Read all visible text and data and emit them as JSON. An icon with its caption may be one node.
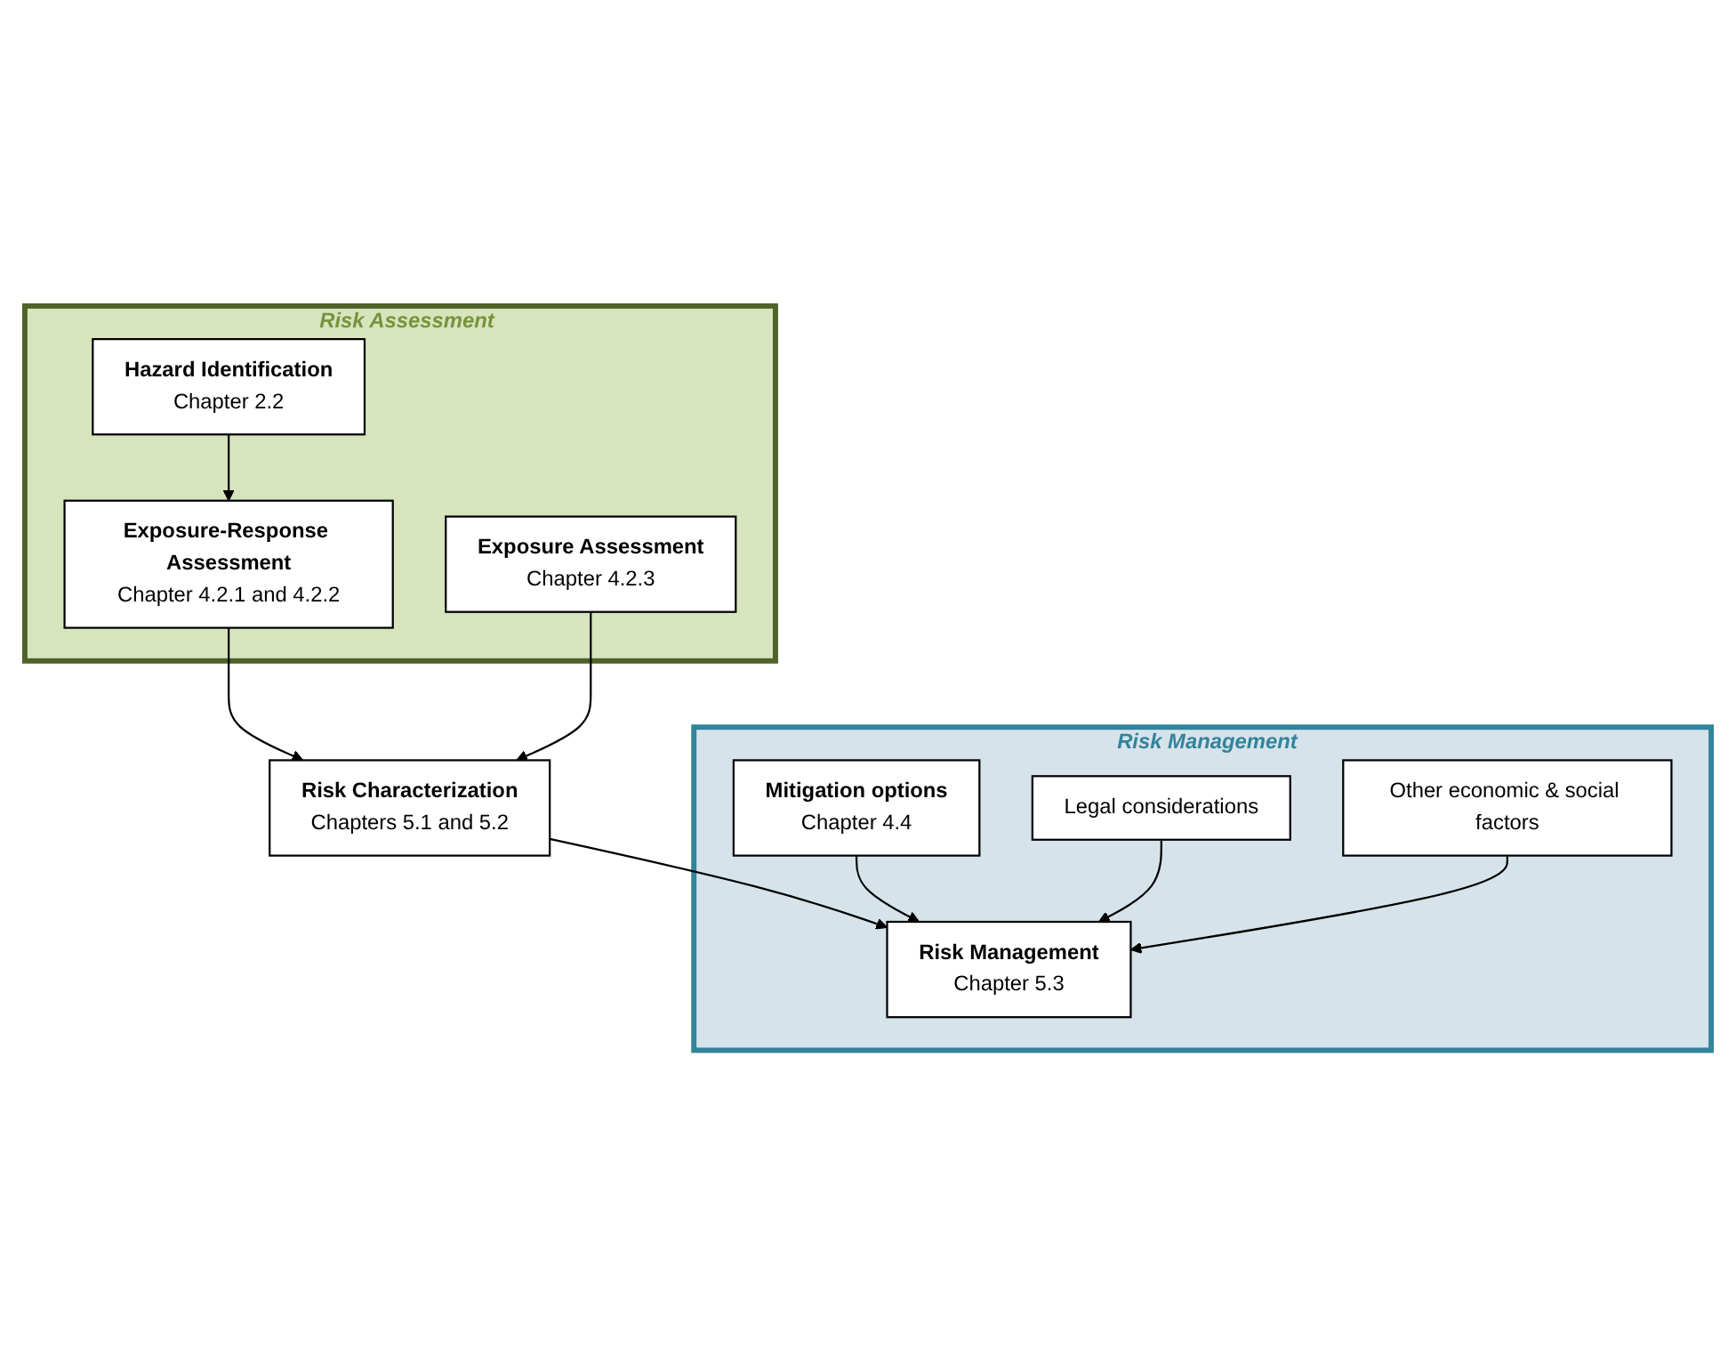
{
  "diagram": {
    "nodes": [
      {
        "text": [
          "Risk Assessment"
        ]
      },
      {
        "text": [
          "Hazard Identification",
          "Chapter 2.2"
        ],
        "in": 0
      },
      {
        "text": [
          "Exposure-Response Assessment",
          "Chapter 4.2.1 and 4.2.2"
        ],
        "in": 0
      },
      {
        "text": [
          "Exposure Assessment",
          "Chapter 4.2.3"
        ],
        "in": 0
      },
      {
        "text": [
          "Risk Characterization",
          "Chapters 5.1 and 5.2"
        ]
      },
      {
        "text": [
          "Risk Management"
        ]
      },
      {
        "text": [
          "Risk Management",
          "Chapter 5.3"
        ],
        "in": 5
      },
      {
        "text": [
          "Mitigation options",
          "Chapter 4.4"
        ],
        "in": 5
      },
      {
        "text": [
          "Legal considerations"
        ],
        "in": 5
      },
      {
        "text": [
          "Other economic & social factors"
        ],
        "in": 5
      }
    ],
    "edges": [
      {
        "from": 1,
        "to": 2,
        "arrow": "to"
      },
      {
        "from": 2,
        "to": 4,
        "arrow": "to"
      },
      {
        "from": 3,
        "to": 4,
        "arrow": "to"
      },
      {
        "from": 4,
        "to": 6,
        "arrow": "to"
      },
      {
        "from": 7,
        "to": 6,
        "arrow": "to"
      },
      {
        "from": 8,
        "to": 6,
        "arrow": "to"
      },
      {
        "from": 9,
        "to": 6,
        "arrow": "to"
      }
    ]
  }
}
